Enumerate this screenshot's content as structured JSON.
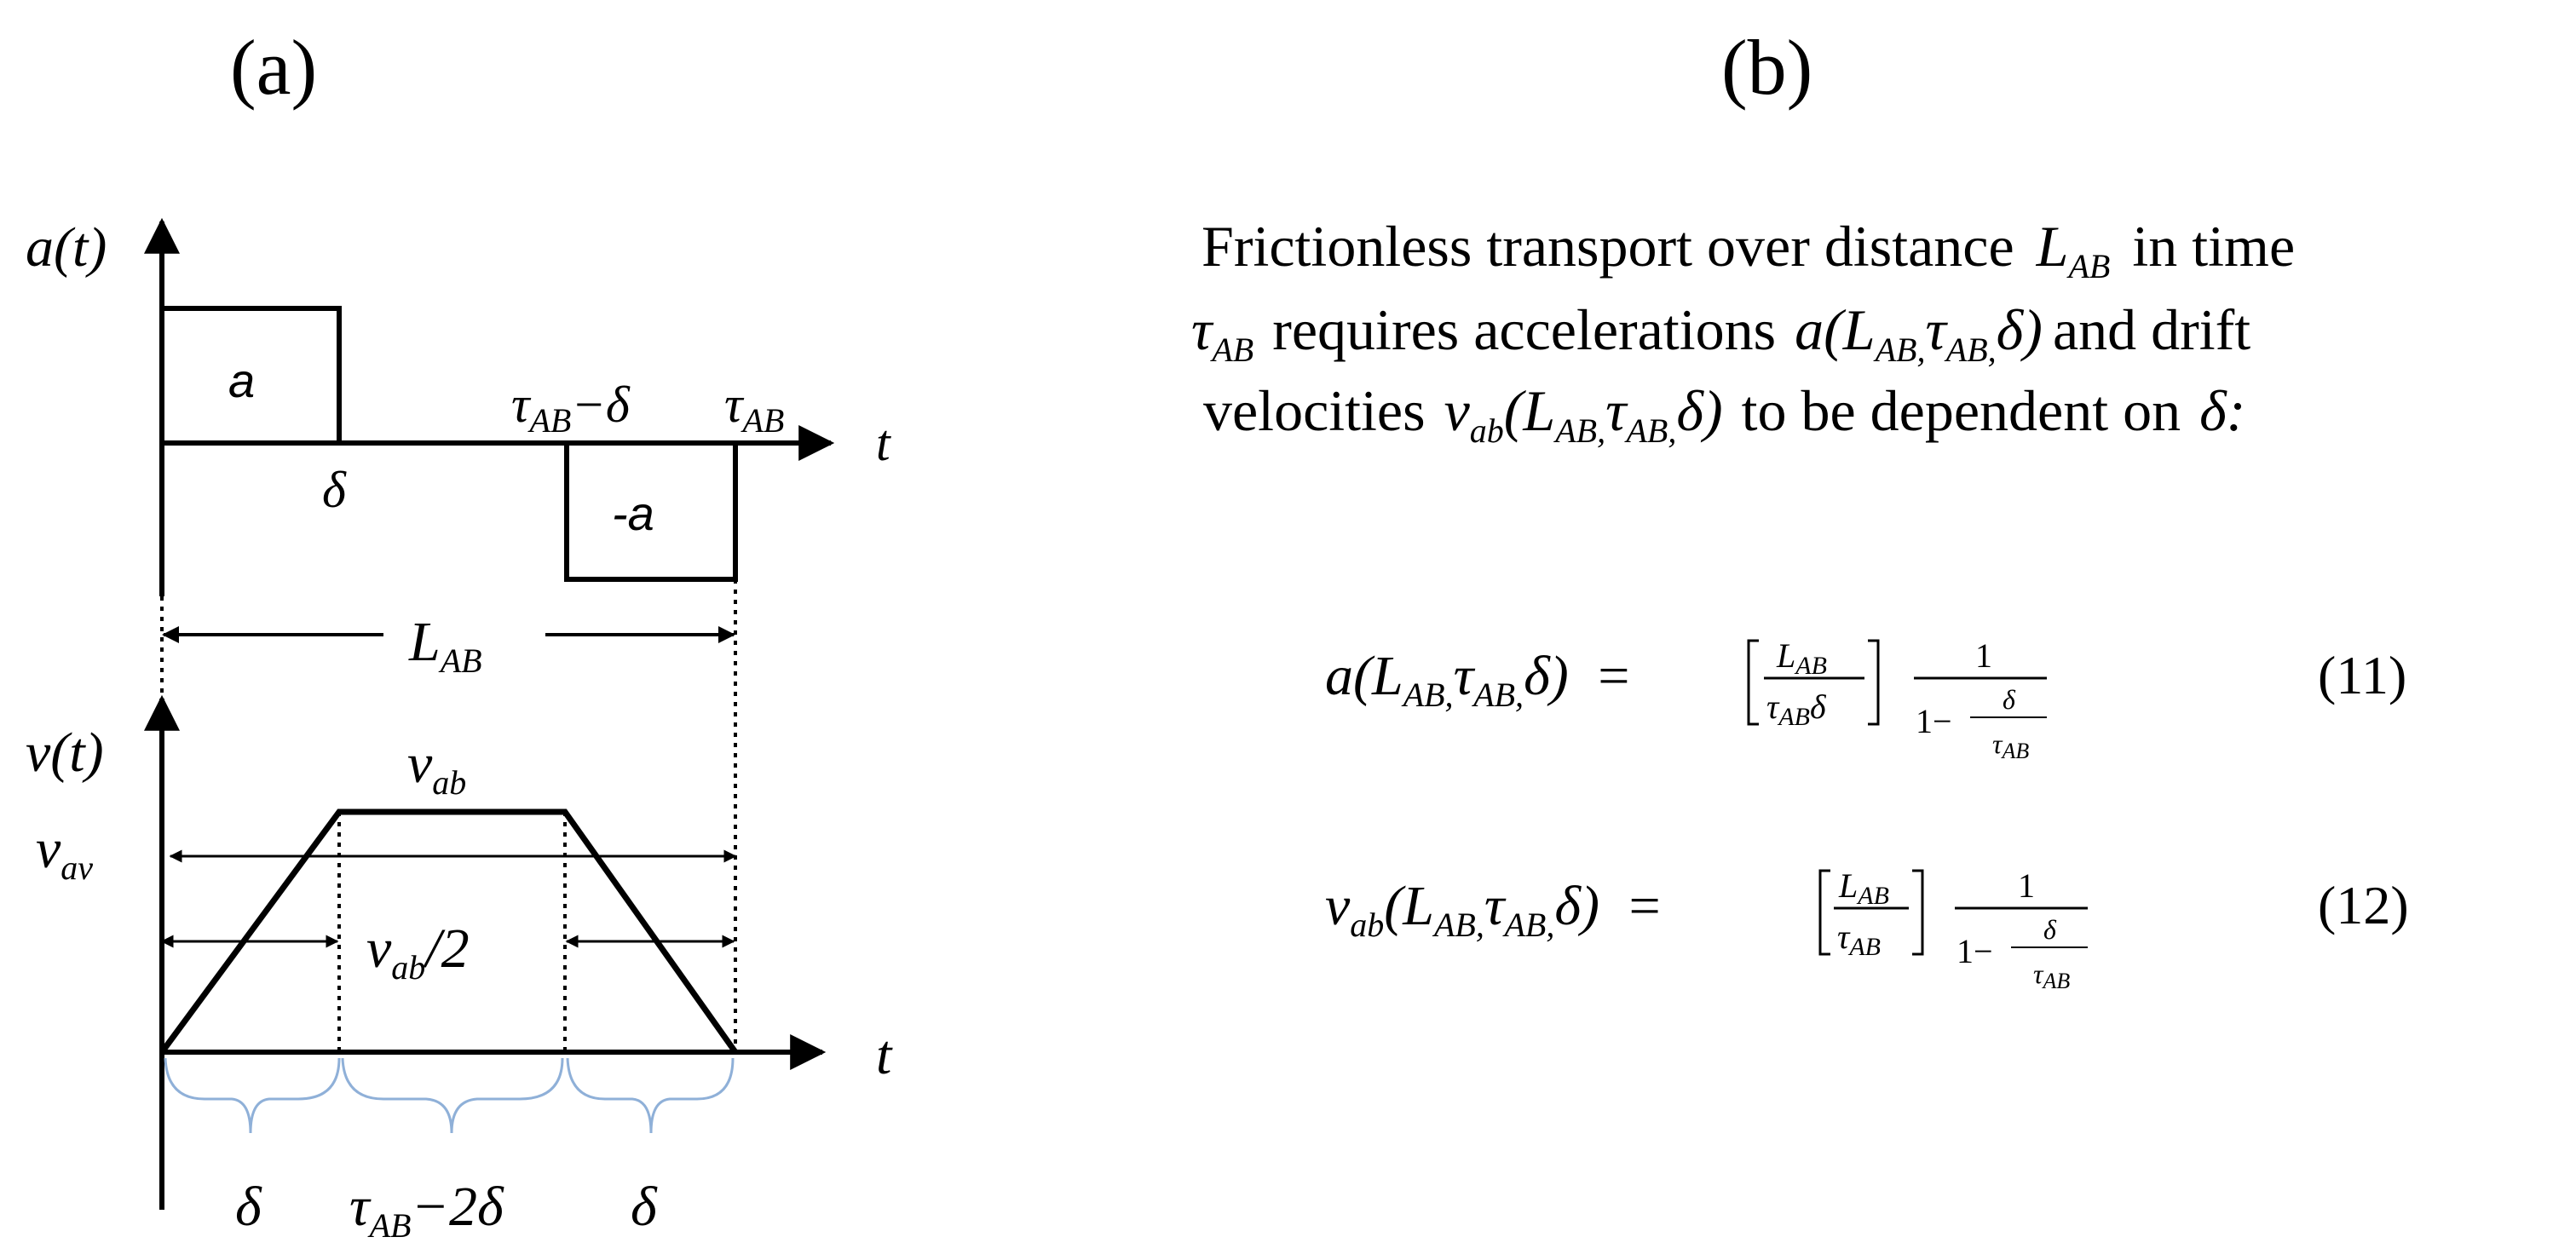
{
  "panels": {
    "a_label": "(a)",
    "b_label": "(b)"
  },
  "accel_plot": {
    "y_axis_label": "a(t)",
    "t_axis_label": "t",
    "pos_box_label": "a",
    "neg_box_label": "-a",
    "delta_tick": "δ",
    "tau_minus_delta_main": "τ",
    "tau_minus_delta_sub": "AB",
    "tau_minus_delta_tail": "−δ",
    "tau_tick_main": "τ",
    "tau_tick_sub": "AB"
  },
  "distance": {
    "label_main": "L",
    "label_sub": "AB"
  },
  "velocity_plot": {
    "y_axis_label": "v(t)",
    "t_axis_label": "t",
    "v_ab_main": "v",
    "v_ab_sub": "ab",
    "v_av_main": "v",
    "v_av_sub": "av",
    "v_half_main": "v",
    "v_half_sub": "ab",
    "v_half_tail": "/2",
    "seg1": "δ",
    "seg2_main": "τ",
    "seg2_sub": "AB",
    "seg2_tail": "−2δ",
    "seg3": "δ"
  },
  "description": {
    "line1": "Frictionless transport over distance",
    "line1_var_main": "L",
    "line1_var_sub": "AB",
    "line1_tail": "in time",
    "line2_var_main": "τ",
    "line2_var_sub": "AB",
    "line2_text": "requires accelerations",
    "line2_func": "a(L",
    "line2_tail": "and drift",
    "line3_text": "velocities",
    "line3_func": "v",
    "line3_tail": "to be dependent on",
    "line3_end": "δ:"
  },
  "equations": [
    {
      "number": "(11)"
    },
    {
      "number": "(12)"
    }
  ],
  "colors": {
    "ink": "#000000",
    "brace": "#8fb0d8"
  }
}
